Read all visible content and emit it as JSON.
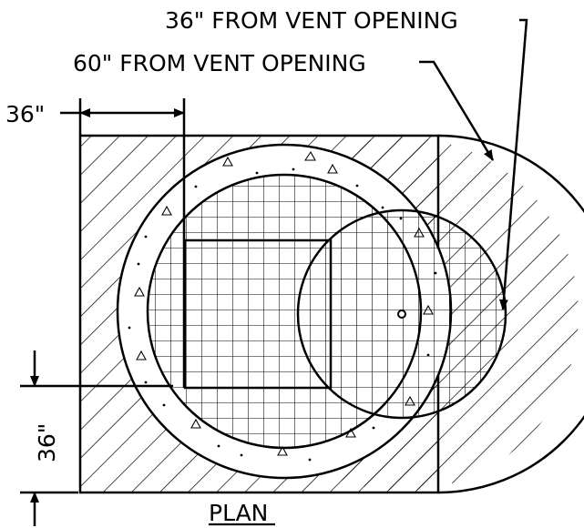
{
  "labels": {
    "vent_36": "36\" FROM VENT OPENING",
    "vent_60": "60\" FROM VENT OPENING",
    "dim_horizontal": "36\"",
    "dim_vertical": "36\"",
    "view_title": "PLAN"
  },
  "colors": {
    "ink": "#000000",
    "paper": "#ffffff"
  }
}
